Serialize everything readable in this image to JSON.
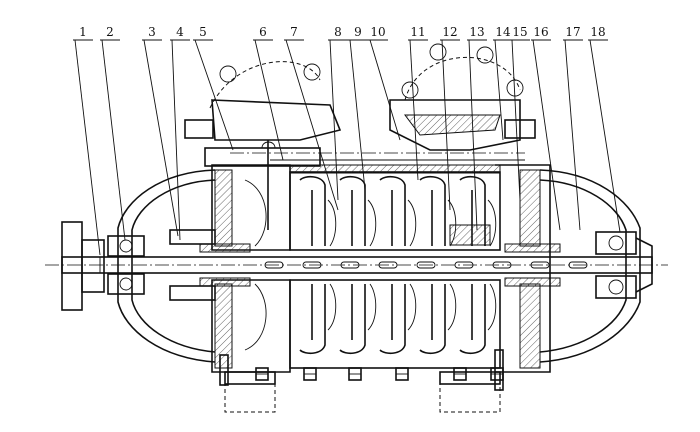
{
  "drawing": {
    "title_implied": "",
    "part_labels": [
      "1",
      "2",
      "3",
      "4",
      "5",
      "6",
      "7",
      "8",
      "9",
      "10",
      "11",
      "12",
      "13",
      "14",
      "15",
      "16",
      "17",
      "18"
    ]
  }
}
